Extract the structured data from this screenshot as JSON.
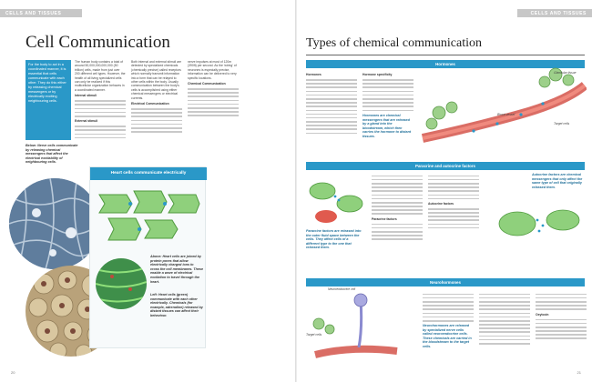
{
  "left": {
    "section": "CELLS AND TISSUES",
    "title": "Cell Communication",
    "intro": "For the body to act in a coordinated manner, it is essential that cells communicate with each other. They do this either by releasing chemical messengers or by electrically exciting neighbouring cells.",
    "nerve_caption": "Below: Nerve cells communicate by releasing chemical messengers that affect the electrical excitability of neighbouring cells.",
    "col1_text": "The human body contains a total of around 50,000,000,000,000 (50 trillion) cells, made from just over 200 different cell types. However, the health of all living specialized cells can only be realized if this multicellular organization behaves in a coordinated manner.",
    "col1_heads": [
      "Internal stimuli",
      "External stimuli"
    ],
    "col2_text": "Both internal and external stimuli are detected by specialized chemicals (chemically precise) called receptors which normally transmit information into a form that can be relayed to other cells within the body. Usually communication between the body's cells is accomplished using either chemical messengers or electrical currents.",
    "col2_head": "Electrical Communication",
    "col3_text": "nerve impulses at most of 120m (390ft) per second. As the 'wiring' of neurones is especially precise, information can be delivered to very specific locations.",
    "col3_head": "Chemical Communication",
    "panel_title": "Heart cells communicate electrically",
    "heart_caption_1": "Above: Heart cells are joined by protein pores that allow electrically charged ions to cross the cell membranes. These enable a wave of electrical excitation to travel through the heart.",
    "heart_caption_2": "Left: Heart cells (green) communicate with each other electrically. Chemicals (for example, adrenaline) released by distant tissues can affect their behaviour.",
    "page_num": "20"
  },
  "right": {
    "section": "CELLS AND TISSUES",
    "title": "Types of chemical communication",
    "band_hormones": "Hormones",
    "band_paracrine": "Paracrine and autocrine factors",
    "band_neuro": "Neurohormones",
    "hormones_caption": "Hormones are chemical messengers that are released by a gland into the bloodstream, which then carries the hormone to distant tissues.",
    "hormone_col1_head": "Hormones",
    "hormone_col2_head": "Hormone specificity",
    "endocrine_label": "Glandular tissue",
    "blood_label": "Blood vessel",
    "target_label": "Target cells",
    "paracrine_caption": "Paracrine factors are released into the outer fluid space between the cells. They affect cells of a different type to the one that released them.",
    "autocrine_caption": "Autocrine factors are chemical messengers that only affect the same type of cell that originally released them.",
    "paracrine_col_head": "Paracrine factors",
    "autocrine_col_head": "Autocrine factors",
    "neuro_caption": "Neurohormones are released by specialized nerve cells called neuroendocrine cells. These chemicals are carried in the bloodstream to the target cells.",
    "neuro_label": "Neuroendocrine cell",
    "neuro_target_label": "Target cells",
    "neuro_head": "Oxytocin",
    "page_num": "21"
  },
  "colors": {
    "accent_blue": "#2a98c8",
    "section_grey": "#c7c7c7",
    "cell_green": "#6fbf5a",
    "cell_red": "#c8473c"
  }
}
